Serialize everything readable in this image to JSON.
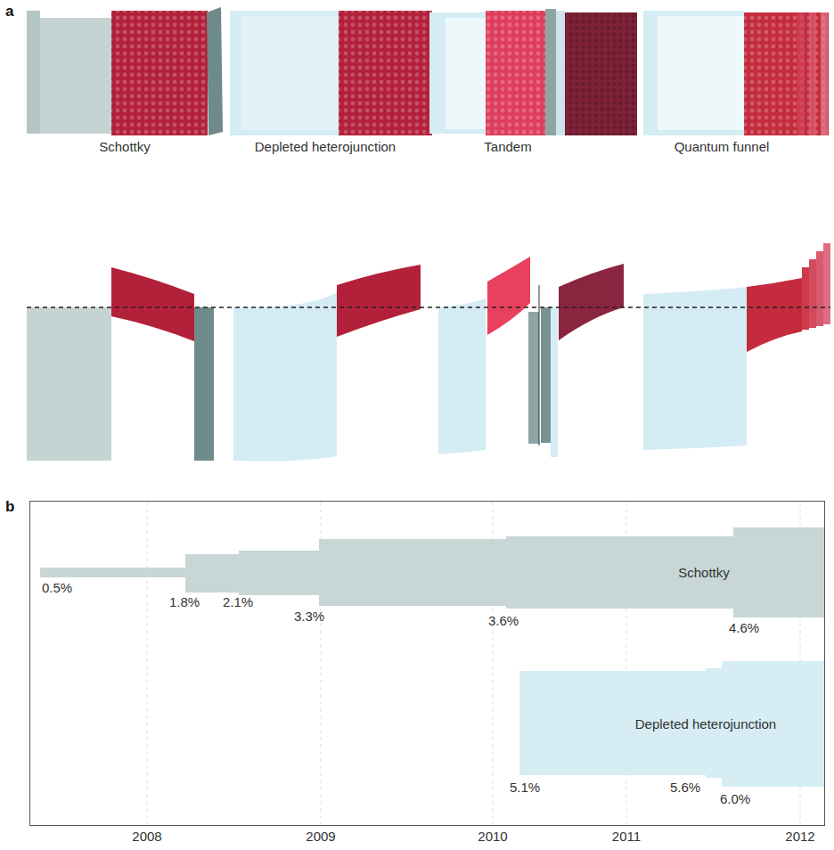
{
  "diagram": {
    "nodes": [
      {
        "text": [
          "Schottky"
        ]
      },
      {
        "text": [
          "Depleted heterojunction"
        ]
      }
    ],
    "labels": [
      "a",
      "Schottky",
      "Depleted heterojunction",
      "Tandem",
      "Quantum funnel",
      "b",
      "0.5%",
      "1.8%",
      "2.1%",
      "3.3%",
      "3.6%",
      "4.6%",
      "5.1%",
      "5.6%",
      "6.0%",
      "2008",
      "2009",
      "2010",
      "2011",
      "2012"
    ]
  }
}
